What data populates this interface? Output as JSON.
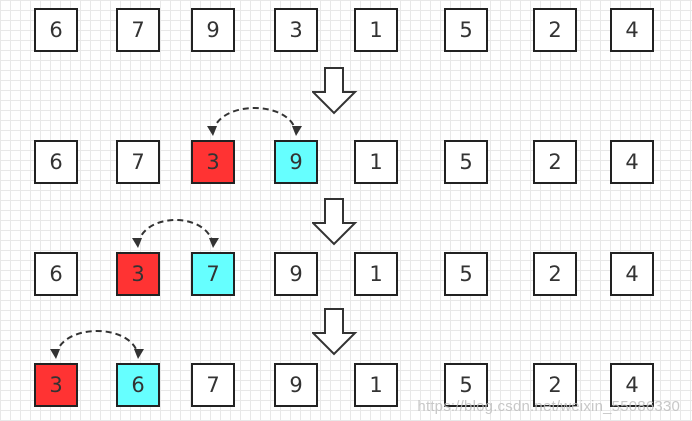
{
  "rows": [
    {
      "values": [
        "6",
        "7",
        "9",
        "3",
        "1",
        "5",
        "2",
        "4"
      ],
      "highlights": {}
    },
    {
      "values": [
        "6",
        "7",
        "3",
        "9",
        "1",
        "5",
        "2",
        "4"
      ],
      "highlights": {
        "2": "red",
        "3": "cyan"
      },
      "swap": [
        2,
        3
      ]
    },
    {
      "values": [
        "6",
        "3",
        "7",
        "9",
        "1",
        "5",
        "2",
        "4"
      ],
      "highlights": {
        "1": "red",
        "2": "cyan"
      },
      "swap": [
        1,
        2
      ]
    },
    {
      "values": [
        "3",
        "6",
        "7",
        "9",
        "1",
        "5",
        "2",
        "4"
      ],
      "highlights": {
        "0": "red",
        "1": "cyan"
      },
      "swap": [
        0,
        1
      ]
    }
  ],
  "colors": {
    "red": "#ff3333",
    "cyan": "#66ffff",
    "border": "#222222",
    "arrow": "#333333"
  },
  "watermark": "https://blog.csdn.net/weixin_55086330"
}
